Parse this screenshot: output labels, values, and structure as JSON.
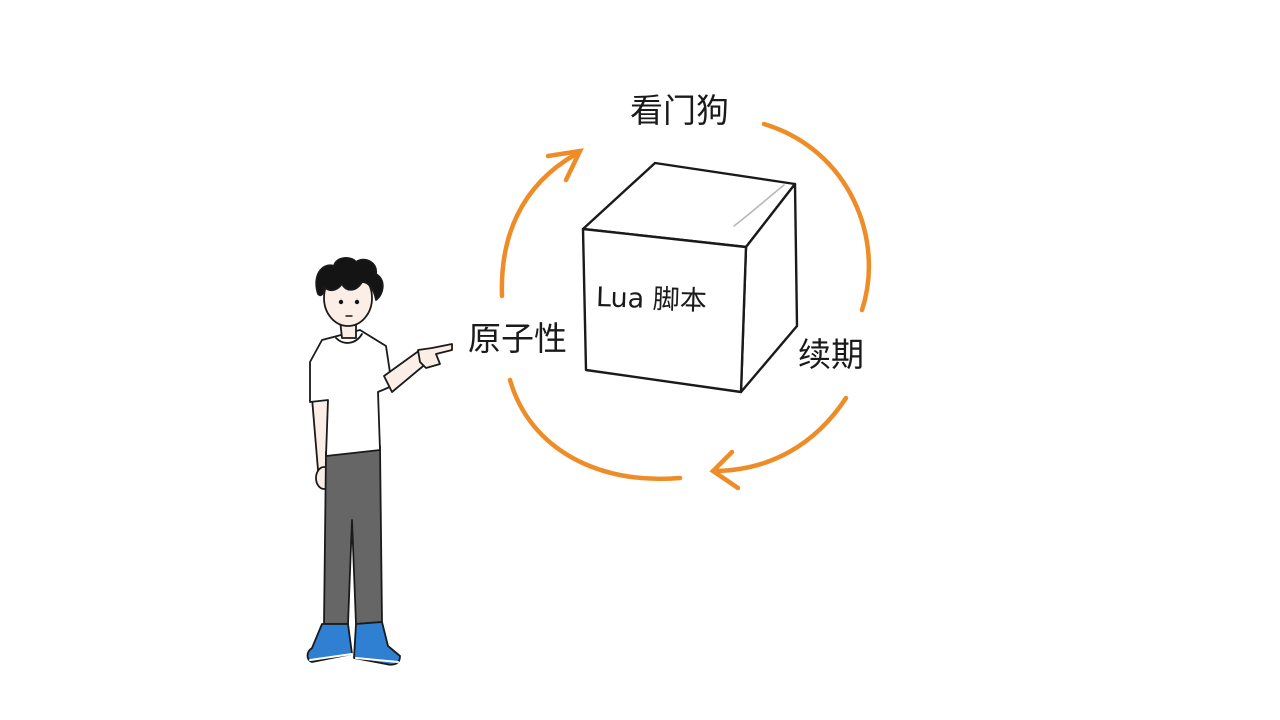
{
  "diagram": {
    "cube_label": "Lua 脚本",
    "cycle_labels": {
      "top": "看门狗",
      "left": "原子性",
      "right": "续期"
    },
    "arrow_color": "#ee8c28",
    "ink_color": "#1a1a1a"
  },
  "person": {
    "shirt_color": "#ffffff",
    "pants_color": "#666666",
    "shoe_color": "#2f7fd3",
    "hair_color": "#141414",
    "skin_color": "#fbeee6"
  }
}
